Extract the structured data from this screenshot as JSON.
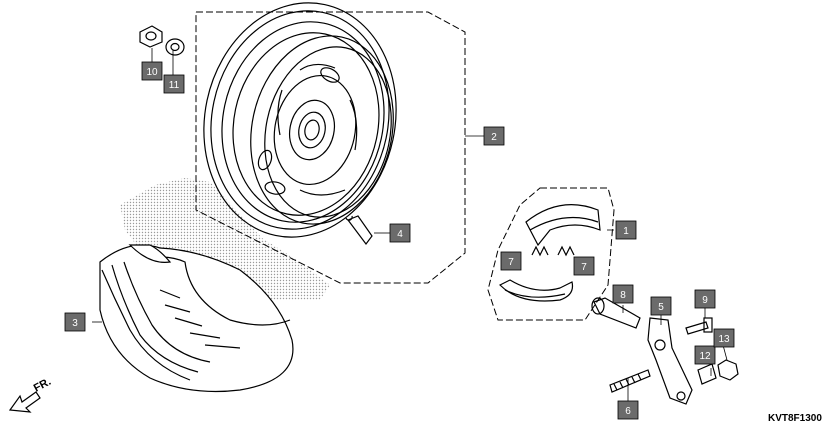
{
  "diagram": {
    "code": "KVT8F1300",
    "direction_label": "FR.",
    "callouts": [
      {
        "id": "c1",
        "label": "1"
      },
      {
        "id": "c2",
        "label": "2"
      },
      {
        "id": "c3",
        "label": "3"
      },
      {
        "id": "c4",
        "label": "4"
      },
      {
        "id": "c5",
        "label": "5"
      },
      {
        "id": "c6",
        "label": "6"
      },
      {
        "id": "c7a",
        "label": "7"
      },
      {
        "id": "c7b",
        "label": "7"
      },
      {
        "id": "c8",
        "label": "8"
      },
      {
        "id": "c9",
        "label": "9"
      },
      {
        "id": "c10",
        "label": "10"
      },
      {
        "id": "c11",
        "label": "11"
      },
      {
        "id": "c12",
        "label": "12"
      },
      {
        "id": "c13",
        "label": "13"
      }
    ],
    "colors": {
      "callout_fill": "#6b6b6b",
      "line": "#000000",
      "halftone": "#b8b8b8"
    }
  }
}
